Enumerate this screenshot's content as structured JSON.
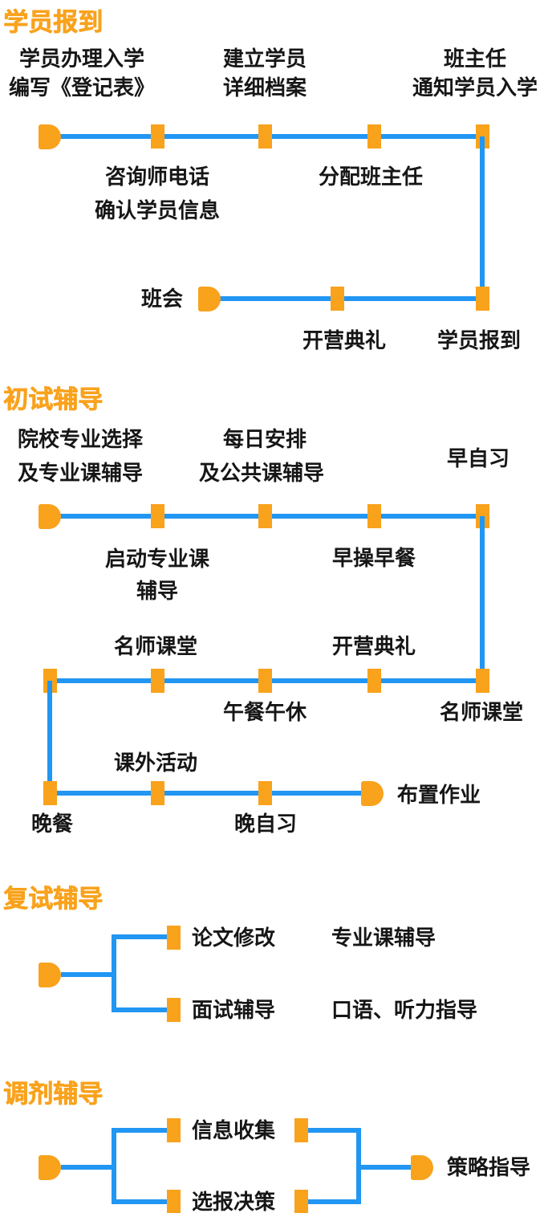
{
  "colors": {
    "orange": "#F9A21C",
    "blue": "#2196F3",
    "text": "#161616",
    "bg": "#FFFFFF"
  },
  "sections": {
    "s1": {
      "title": "学员报到",
      "labels": {
        "enroll_line1": "学员办理入学",
        "enroll_line2": "编写《登记表》",
        "archive_line1": "建立学员",
        "archive_line2": "详细档案",
        "notify_line1": "班主任",
        "notify_line2": "通知学员入学",
        "consult_line1": "咨询师电话",
        "consult_line2": "确认学员信息",
        "assign_teacher": "分配班主任",
        "class_meeting": "班会",
        "opening_ceremony": "开营典礼",
        "student_checkin": "学员报到"
      }
    },
    "s2": {
      "title": "初试辅导",
      "labels": {
        "school_line1": "院校专业选择",
        "school_line2": "及专业课辅导",
        "daily_line1": "每日安排",
        "daily_line2": "及公共课辅导",
        "morning_study": "早自习",
        "start_course_line1": "启动专业课",
        "start_course_line2": "辅导",
        "morning_exercise": "早操早餐",
        "master_class_1": "名师课堂",
        "opening_ceremony": "开营典礼",
        "lunch_break": "午餐午休",
        "master_class_2": "名师课堂",
        "outdoor_activity": "课外活动",
        "dinner": "晚餐",
        "evening_study": "晚自习",
        "assign_homework": "布置作业"
      }
    },
    "s3": {
      "title": "复试辅导",
      "labels": {
        "paper_revision": "论文修改",
        "major_course": "专业课辅导",
        "interview_tutoring": "面试辅导",
        "oral_listening": "口语、听力指导"
      }
    },
    "s4": {
      "title": "调剂辅导",
      "labels": {
        "info_collection": "信息收集",
        "application_decision": "选报决策",
        "strategy_guidance": "策略指导"
      }
    }
  }
}
